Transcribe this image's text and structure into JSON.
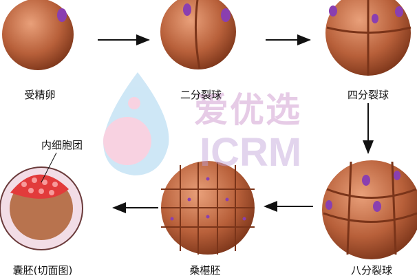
{
  "stages": [
    {
      "label": "受精卵"
    },
    {
      "label": "二分裂球"
    },
    {
      "label": "四分裂球"
    },
    {
      "label": "八分裂球"
    },
    {
      "label": "桑椹胚"
    },
    {
      "label": "囊胚(切面图)"
    }
  ],
  "annotation": "内细胞团",
  "watermark": {
    "cn": "爱优选",
    "en": "ICRM"
  },
  "colors": {
    "cell": "#b5603a",
    "nucleus": "#8a3fb0",
    "arrow": "#111111"
  }
}
